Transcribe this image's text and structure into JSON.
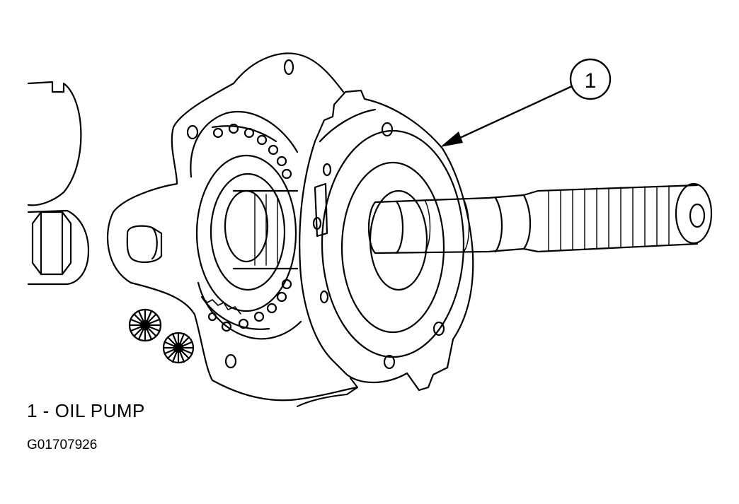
{
  "callout": {
    "number": "1"
  },
  "legend": {
    "item_1": "1 - OIL PUMP"
  },
  "figure_id": "G01707926"
}
